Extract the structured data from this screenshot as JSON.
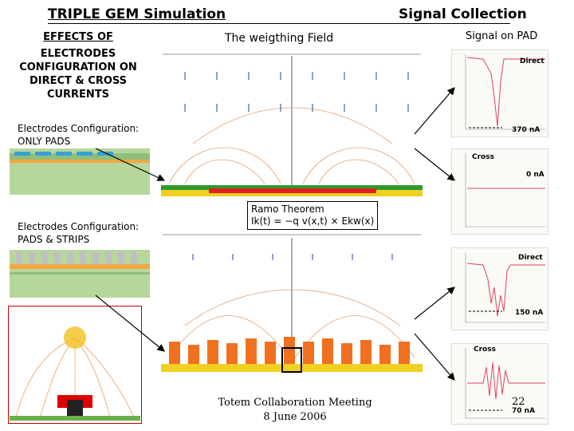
{
  "header": {
    "title": "TRIPLE GEM Simulation",
    "signal_collection": "Signal Collection"
  },
  "effects": {
    "heading": "EFFECTS OF",
    "body": "ELECTRODES CONFIGURATION ON DIRECT  & CROSS CURRENTS"
  },
  "weighting_field": "The weigthing Field",
  "signal_on_pad": "Signal on PAD",
  "configs": {
    "first_line1": "Electrodes Configuration:",
    "first_line2": "ONLY PADS",
    "second_line1": "Electrodes Configuration:",
    "second_line2": "PADS & STRIPS"
  },
  "ramo": {
    "line1": "Ramo Theorem",
    "formula": "Ik(t) = −q v(x,t) × Ekw(x)"
  },
  "signals": {
    "direct_1": "Direct",
    "value_1": "370 nA",
    "cross_1": "Cross",
    "value_2": "0 nA",
    "direct_2": "Direct",
    "value_3": "150 nA",
    "cross_2": "Cross",
    "value_4": "70 nA"
  },
  "footer": {
    "line1": "Totem Collaboration Meeting",
    "line2": "8 June 2006",
    "page": "22"
  }
}
